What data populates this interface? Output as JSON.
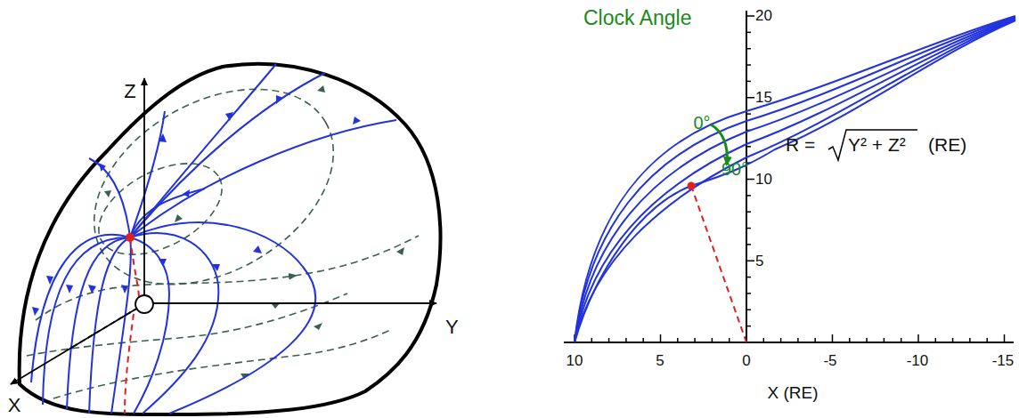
{
  "diagram": {
    "labels": [
      "Z",
      "Y",
      "X",
      "Clock Angle",
      "0°",
      "90°",
      "R = ",
      "Y² + Z²",
      "(RE)",
      "20",
      "15",
      "10",
      "5",
      "10",
      "5",
      "0",
      "-5",
      "-10",
      "-15",
      "X (RE)"
    ]
  }
}
